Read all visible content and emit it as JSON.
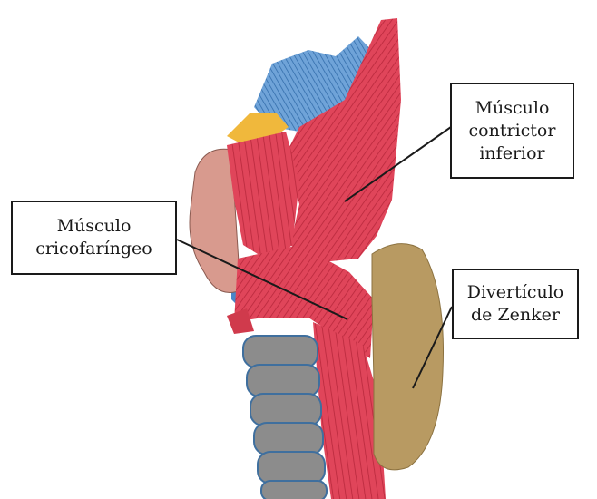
{
  "labels": {
    "constrictor": {
      "line1": "Músculo",
      "line2": "contrictor",
      "line3": "inferior"
    },
    "cricopharyngeus": {
      "line1": "Músculo",
      "line2": "cricofaríngeo"
    },
    "zenker": {
      "line1": "Divertículo",
      "line2": "de Zenker"
    }
  },
  "colors": {
    "muscle_red": "#e0455a",
    "muscle_stripe": "#b8283c",
    "blue_tissue": "#4a86c8",
    "diverticulum": "#b89a62",
    "cartilage_gray": "#8c8c8c",
    "cartilage_pink": "#d89a8e",
    "yellow_tissue": "#f0b83c",
    "outline": "#1a1a1a"
  }
}
